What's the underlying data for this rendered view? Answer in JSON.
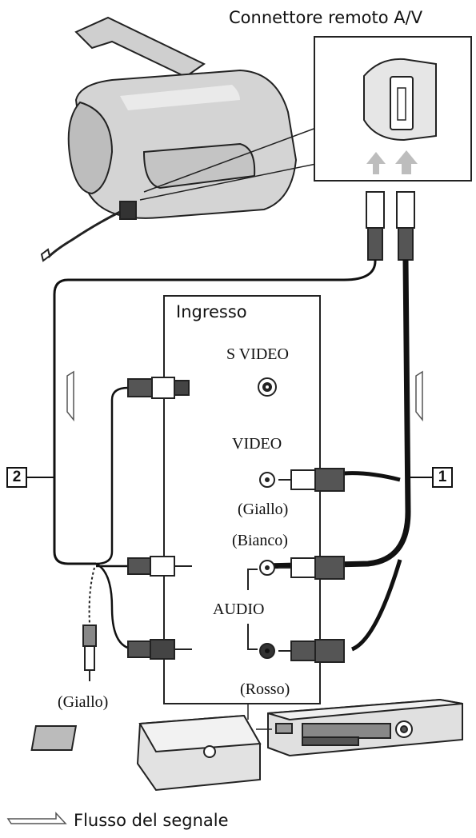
{
  "connector_title": "Connettore remoto A/V",
  "panel_title": "Ingresso",
  "ports": {
    "svideo": "S VIDEO",
    "video": "VIDEO",
    "audio": "AUDIO"
  },
  "colors": {
    "giallo_video": "(Giallo)",
    "bianco": "(Bianco)",
    "rosso": "(Rosso)",
    "giallo_svideo": "(Giallo)"
  },
  "cable_numbers": {
    "cable1": "1",
    "cable2": "2"
  },
  "legend": {
    "signal_flow": "Flusso del segnale"
  }
}
